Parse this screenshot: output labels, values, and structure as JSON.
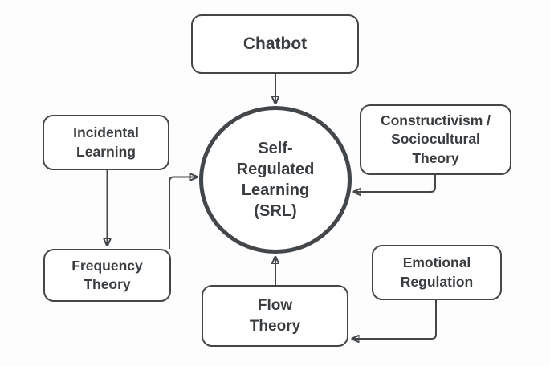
{
  "colors": {
    "background": "#fdfdfd",
    "node_fill": "#ffffff",
    "stroke": "#43474a",
    "text": "#393d40"
  },
  "nodes": {
    "chatbot": {
      "label": "Chatbot"
    },
    "incidental": {
      "line1": "Incidental",
      "line2": "Learning"
    },
    "constructivism": {
      "line1": "Constructivism /",
      "line2": "Sociocultural",
      "line3": "Theory"
    },
    "frequency": {
      "line1": "Frequency",
      "line2": "Theory"
    },
    "flow": {
      "line1": "Flow",
      "line2": "Theory"
    },
    "emotional": {
      "line1": "Emotional",
      "line2": "Regulation"
    },
    "srl": {
      "line1": "Self-",
      "line2": "Regulated",
      "line3": "Learning",
      "line4": "(SRL)"
    }
  },
  "edges": [
    {
      "from": "Chatbot",
      "to": "Self-Regulated Learning (SRL)"
    },
    {
      "from": "Incidental Learning",
      "to": "Frequency Theory"
    },
    {
      "from": "Frequency Theory",
      "to": "Self-Regulated Learning (SRL)"
    },
    {
      "from": "Constructivism / Sociocultural Theory",
      "to": "Self-Regulated Learning (SRL)"
    },
    {
      "from": "Flow Theory",
      "to": "Self-Regulated Learning (SRL)"
    },
    {
      "from": "Emotional Regulation",
      "to": "Flow Theory"
    }
  ]
}
